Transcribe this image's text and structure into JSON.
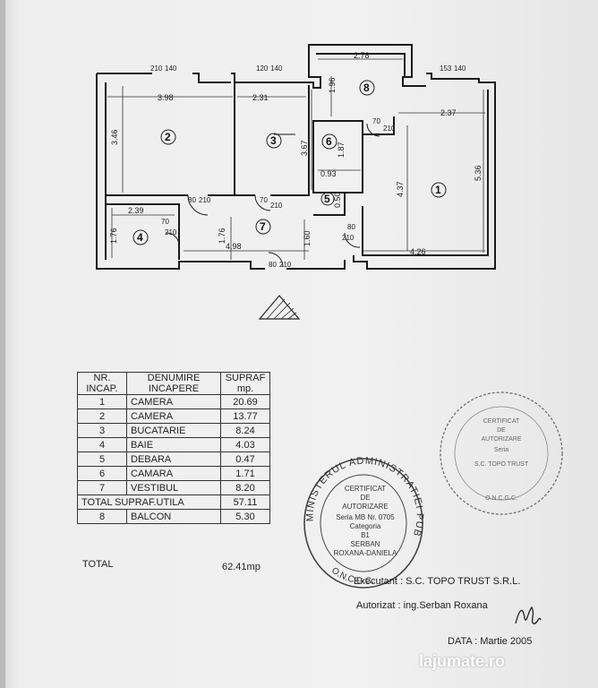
{
  "plan": {
    "rooms": [
      "1",
      "2",
      "3",
      "4",
      "5",
      "6",
      "7",
      "8"
    ],
    "dimensions": [
      "3.98",
      "2.31",
      "2.78",
      "2.37",
      "1.96",
      "3.46",
      "3.67",
      "4.37",
      "5.36",
      "0.93",
      "1.87",
      "0.50",
      "2.39",
      "1.76",
      "1.76",
      "4.98",
      "1.60",
      "4.26"
    ],
    "door_marks": [
      "210",
      "140",
      "120",
      "140",
      "153",
      "140",
      "70",
      "210",
      "80",
      "210",
      "70",
      "210",
      "70",
      "210",
      "80",
      "210",
      "80",
      "210"
    ]
  },
  "table": {
    "headers": [
      [
        "NR.",
        "INCAP."
      ],
      [
        "DENUMIRE",
        "INCAPERE"
      ],
      [
        "SUPRAF",
        "mp."
      ]
    ],
    "rows": [
      {
        "nr": "1",
        "name": "CAMERA",
        "area": "20.69"
      },
      {
        "nr": "2",
        "name": "CAMERA",
        "area": "13.77"
      },
      {
        "nr": "3",
        "name": "BUCATARIE",
        "area": "8.24"
      },
      {
        "nr": "4",
        "name": "BAIE",
        "area": "4.03"
      },
      {
        "nr": "5",
        "name": "DEBARA",
        "area": "0.47"
      },
      {
        "nr": "6",
        "name": "CAMARA",
        "area": "1.71"
      },
      {
        "nr": "7",
        "name": "VESTIBUL",
        "area": "8.20"
      }
    ],
    "total_util_label": "TOTAL SUPRAF.UTILA",
    "total_util_value": "57.11",
    "balcony": {
      "nr": "8",
      "name": "BALCON",
      "area": "5.30"
    },
    "total_label": "TOTAL",
    "total_value": "62.41mp"
  },
  "info": {
    "executant": "Executant : S.C. TOPO TRUST S.R.L.",
    "autorizat": "Autorizat : ing.Serban Roxana",
    "data": "DATA : Martie 2005"
  },
  "stamp1": {
    "outer": "MINISTERUL ADMINISTRATIEI PUBLICE",
    "bottom": "O.N.C.G.C.",
    "lines": [
      "CERTIFICAT",
      "DE",
      "AUTORIZARE",
      "Seria MB Nr. 0705",
      "Categoria",
      "B1",
      "SERBAN",
      "ROXANA-DANIELA"
    ]
  },
  "stamp2": {
    "lines": [
      "CERTIFICAT",
      "DE",
      "AUTORIZARE",
      "Seria",
      "S.C. TOPO TRUST"
    ],
    "bottom": "O.N.C.G.C."
  },
  "watermark": "lajumate.ro",
  "colors": {
    "ink": "#222222",
    "stamp": "#555566"
  }
}
